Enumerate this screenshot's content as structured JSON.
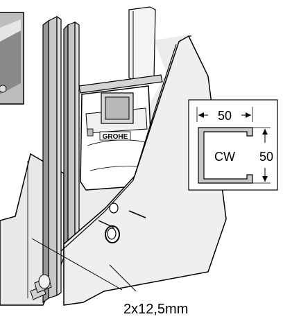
{
  "profile_detail": {
    "width_label": "50",
    "height_label": "50",
    "profile_name": "CW"
  },
  "brand_label": "GROHE",
  "panel_callout": "2x12,5mm",
  "colors": {
    "line": "#000000",
    "panel": "#ececec",
    "panel_shade": "#dcdcdc",
    "profile": "#c8c8c8",
    "profile_dark": "#9a9a9a",
    "frame": "#d4d4d4",
    "tank": "#ffffff",
    "inset_bg": "#bdbdbd"
  }
}
